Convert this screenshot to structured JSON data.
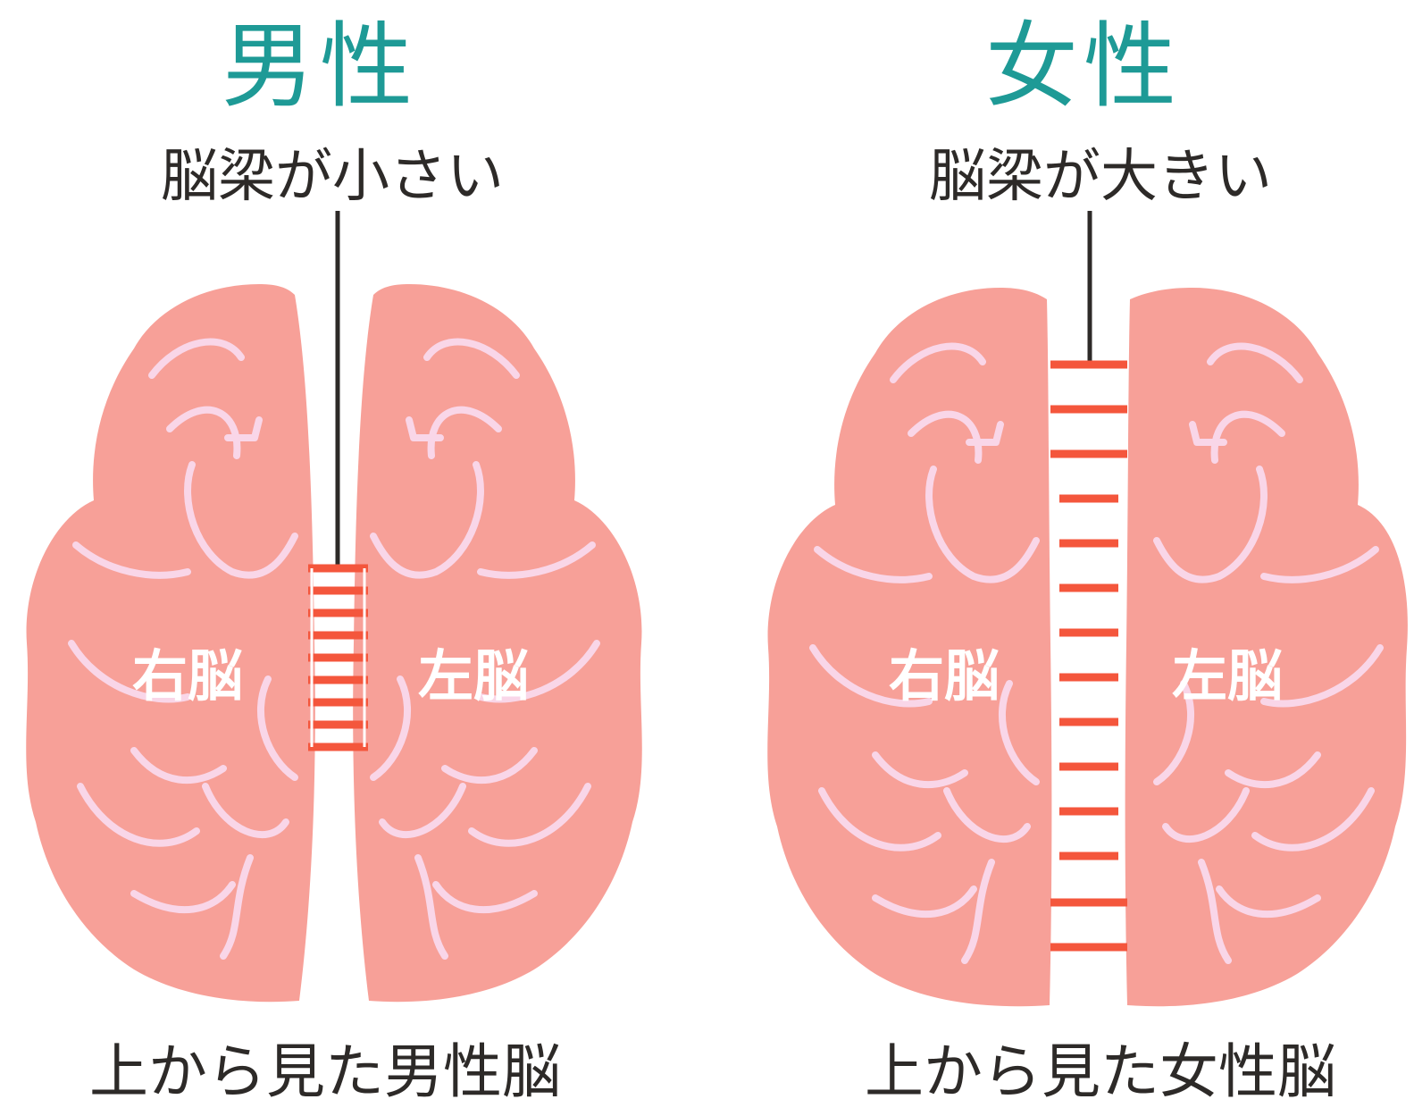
{
  "panels": [
    {
      "title": "男性",
      "corpus_callosum_label": "脳梁が小さい",
      "right_hemisphere_label": "右脳",
      "left_hemisphere_label": "左脳",
      "caption": "上から見た男性脳",
      "corpus_callosum_size": "small"
    },
    {
      "title": "女性",
      "corpus_callosum_label": "脳梁が大きい",
      "right_hemisphere_label": "右脳",
      "left_hemisphere_label": "左脳",
      "caption": "上から見た女性脳",
      "corpus_callosum_size": "large"
    }
  ],
  "colors": {
    "title": "#1e9a96",
    "text": "#2d2a28",
    "hemisphere": "#f7a098",
    "gyri": "#f9d6e8",
    "corpus_callosum": "#f4563c"
  }
}
